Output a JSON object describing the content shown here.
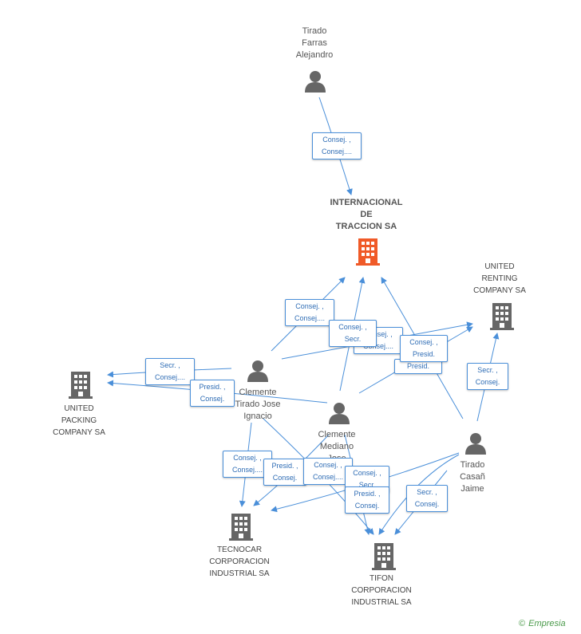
{
  "people": {
    "tirado_farras": "Tirado\nFarras\nAlejandro",
    "clemente_tirado": "Clemente\nTirado Jose\nIgnacio",
    "clemente_mediano": "Clemente\nMediano\nJose",
    "tirado_casan": "Tirado\nCasañ\nJaime"
  },
  "companies": {
    "internacional": "INTERNACIONAL\nDE\nTRACCION SA",
    "united_renting": "UNITED\nRENTING\nCOMPANY SA",
    "united_packing": "UNITED\nPACKING\nCOMPANY SA",
    "tecnocar": "TECNOCAR\nCORPORACION\nINDUSTRIAL SA",
    "tifon": "TIFON\nCORPORACION\nINDUSTRIAL SA"
  },
  "edges": {
    "e1": "Consej. ,\nConsej....",
    "e2": "Consej. ,\nConsej....",
    "e3": "Consej. ,\nSecr.",
    "e4": "Consej. ,\nConsej....",
    "e5": "Consej. ,\nPresid.",
    "e6": "Presid.",
    "e7": "Secr. ,\nConsej....",
    "e8": "Presid. ,\nConsej.",
    "e9": "Secr. ,\nConsej.",
    "e10": "Consej. ,\nConsej....",
    "e11": "Presid. ,\nConsej.",
    "e12": "Consej. ,\nConsej....",
    "e13": "Consej. ,\nSecr.",
    "e14": "Presid. ,\nConsej.",
    "e15": "Secr. ,\nConsej."
  },
  "footer": {
    "copyright": "©",
    "brand": "Empresia"
  },
  "colors": {
    "edge": "#4a8fd9",
    "main_company": "#f05a28",
    "company": "#666666",
    "person": "#666666"
  }
}
